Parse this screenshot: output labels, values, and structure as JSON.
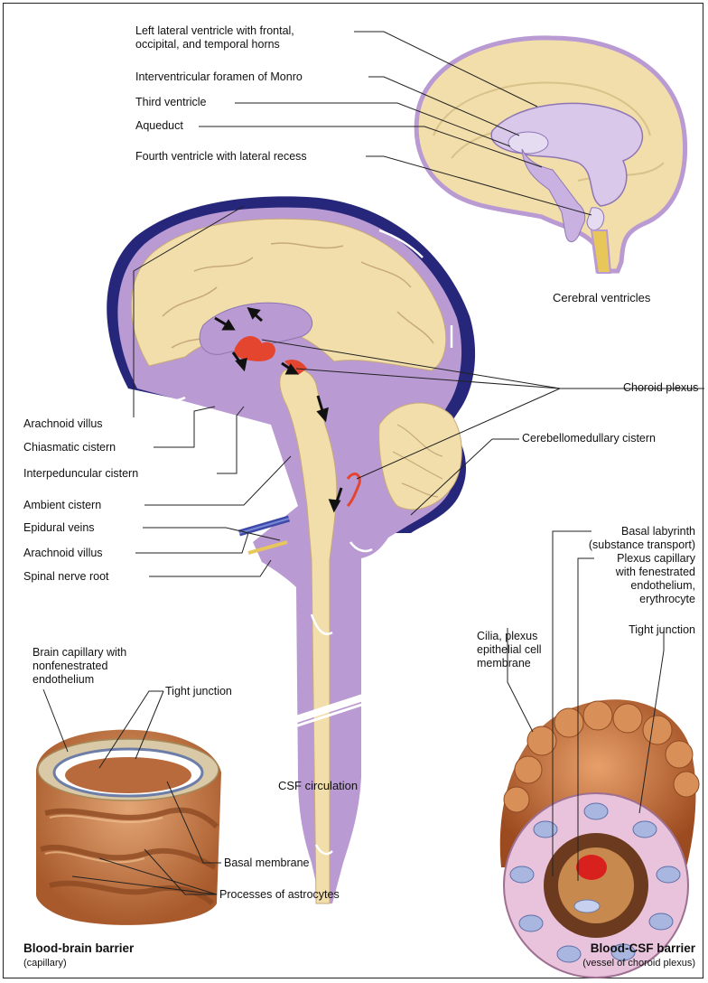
{
  "labels": {
    "lateral_ventricle_1": "Left lateral ventricle with frontal,",
    "lateral_ventricle_2": "occipital, and temporal horns",
    "foramen_monro": "Interventricular foramen of Monro",
    "third_ventricle": "Third ventricle",
    "aqueduct": "Aqueduct",
    "fourth_ventricle": "Fourth ventricle with lateral recess",
    "choroid_plexus": "Choroid plexus",
    "cerebellomedullary_cistern": "Cerebellomedullary cistern",
    "arachnoid_villus_top": "Arachnoid villus",
    "chiasmatic_cistern": "Chiasmatic cistern",
    "interpeduncular_cistern": "Interpeduncular cistern",
    "ambient_cistern": "Ambient cistern",
    "epidural_veins": "Epidural veins",
    "arachnoid_villus_bottom": "Arachnoid villus",
    "spinal_nerve_root": "Spinal nerve root",
    "brain_capillary_1": "Brain capillary with",
    "brain_capillary_2": "nonfenestrated",
    "brain_capillary_3": "endothelium",
    "tight_junction_left": "Tight junction",
    "basal_membrane": "Basal membrane",
    "processes_astrocytes": "Processes of astrocytes",
    "basal_labyrinth_1": "Basal labyrinth",
    "basal_labyrinth_2": "(substance transport)",
    "plexus_capillary_1": "Plexus capillary",
    "plexus_capillary_2": "with fenestrated",
    "plexus_capillary_3": "endothelium,",
    "plexus_capillary_4": "erythrocyte",
    "tight_junction_right": "Tight junction",
    "cilia_1": "Cilia, plexus",
    "cilia_2": "epithelial cell",
    "cilia_3": "membrane"
  },
  "captions": {
    "cerebral_ventricles": "Cerebral ventricles",
    "csf_circulation": "CSF circulation",
    "bbb_title": "Blood-brain barrier",
    "bbb_sub": "(capillary)",
    "bcsf_title": "Blood-CSF barrier",
    "bcsf_sub": "(vessel of choroid plexus)"
  },
  "colors": {
    "brain_tissue": "#f1deaa",
    "csf_space": "#b99ad2",
    "ventricle": "#d9c8ea",
    "dura": "#26277a",
    "choroid_plexus": "#e4452e",
    "capillary": "#c77a48",
    "cell": "#a9b6e0"
  }
}
